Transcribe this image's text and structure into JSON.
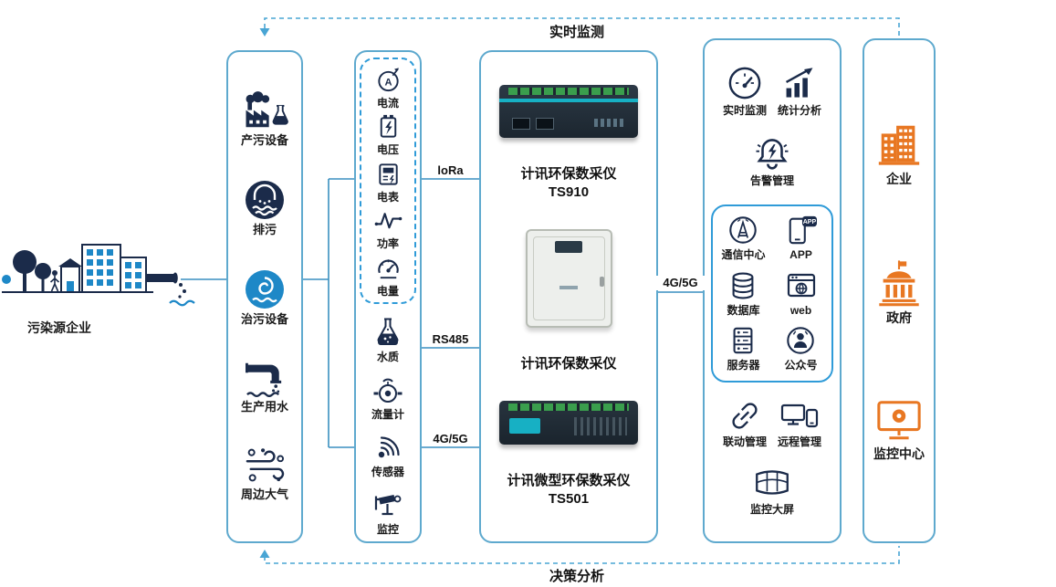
{
  "flows": {
    "top": "实时监测",
    "bottom": "决策分析"
  },
  "source": {
    "label": "污染源企业"
  },
  "link_labels": {
    "lora": "loRa",
    "rs485": "RS485",
    "g45_sensors": "4G/5G",
    "g45_uplink": "4G/5G"
  },
  "pollution_panel": {
    "items": [
      {
        "label": "产污设备"
      },
      {
        "label": "排污"
      },
      {
        "label": "治污设备"
      },
      {
        "label": "生产用水"
      },
      {
        "label": "周边大气"
      }
    ]
  },
  "sensor_panel": {
    "electric_items": [
      {
        "label": "电流"
      },
      {
        "label": "电压"
      },
      {
        "label": "电表"
      },
      {
        "label": "功率"
      },
      {
        "label": "电量"
      }
    ],
    "field_items": [
      {
        "label": "水质"
      },
      {
        "label": "流量计"
      },
      {
        "label": "传感器"
      },
      {
        "label": "监控"
      }
    ]
  },
  "collector_panel": {
    "devices": [
      {
        "name": "计讯环保数采仪",
        "model": "TS910"
      },
      {
        "name": "计讯环保数采仪",
        "model": ""
      },
      {
        "name": "计讯微型环保数采仪",
        "model": "TS501"
      }
    ]
  },
  "platform_panel": {
    "monitor_row": [
      {
        "label": "实时监测"
      },
      {
        "label": "统计分析"
      }
    ],
    "alarm": {
      "label": "告警管理"
    },
    "center_items": [
      {
        "label": "通信中心"
      },
      {
        "label": "APP"
      },
      {
        "label": "数据库"
      },
      {
        "label": "web"
      },
      {
        "label": "服务器"
      },
      {
        "label": "公众号"
      }
    ],
    "manage_row": [
      {
        "label": "联动管理"
      },
      {
        "label": "远程管理"
      }
    ],
    "big_screen": {
      "label": "监控大屏"
    }
  },
  "consumer_panel": {
    "items": [
      {
        "label": "企业"
      },
      {
        "label": "政府"
      },
      {
        "label": "监控中心"
      }
    ]
  },
  "icon_glyphs": {
    "ammeter": "A",
    "app_badge": "APP"
  },
  "colors": {
    "navy": "#1b2b4a",
    "blue": "#1e88c7",
    "panel_border": "#5ea9ce",
    "accent": "#2f9bd8",
    "orange": "#e87722",
    "teal": "#17b0c4"
  }
}
